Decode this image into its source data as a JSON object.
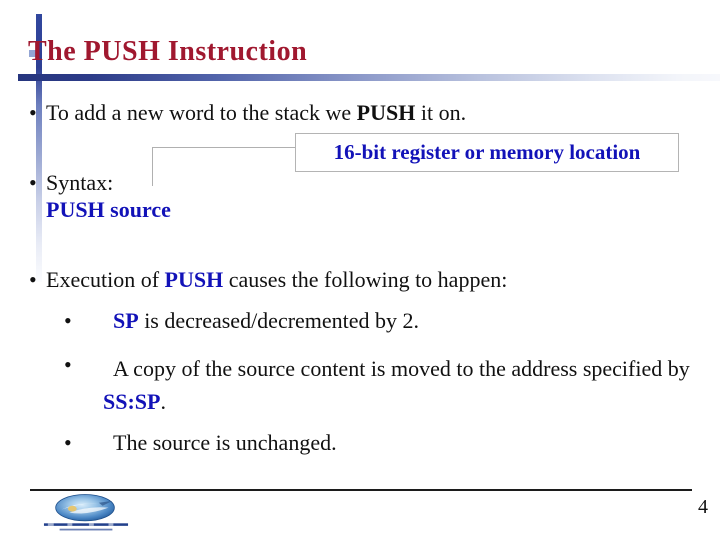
{
  "slide": {
    "title": "The PUSH Instruction",
    "page_number": "4",
    "bullet_char": "•"
  },
  "callout": {
    "text": "16-bit register or memory location"
  },
  "bullets": {
    "b1": {
      "pre": "To add a new word to the stack we ",
      "bold": "PUSH",
      "post": " it on."
    },
    "b2": {
      "label": "Syntax:",
      "syntax": "PUSH source"
    },
    "b3": {
      "pre": "Execution of ",
      "bold": "PUSH",
      "post": " causes the following to happen:"
    },
    "sub1": {
      "bold": "SP",
      "post": " is decreased/decremented by 2."
    },
    "sub2": {
      "pre": " A copy of the source content is moved to the address specified by ",
      "bold": "SS:SP",
      "post": "."
    },
    "sub3": {
      "text": "The source is unchanged."
    }
  },
  "colors": {
    "title_red": "#a0182f",
    "accent_blue": "#1212b8",
    "rule_dark_blue": "#26357e",
    "callout_border": "#b4b4b4"
  }
}
